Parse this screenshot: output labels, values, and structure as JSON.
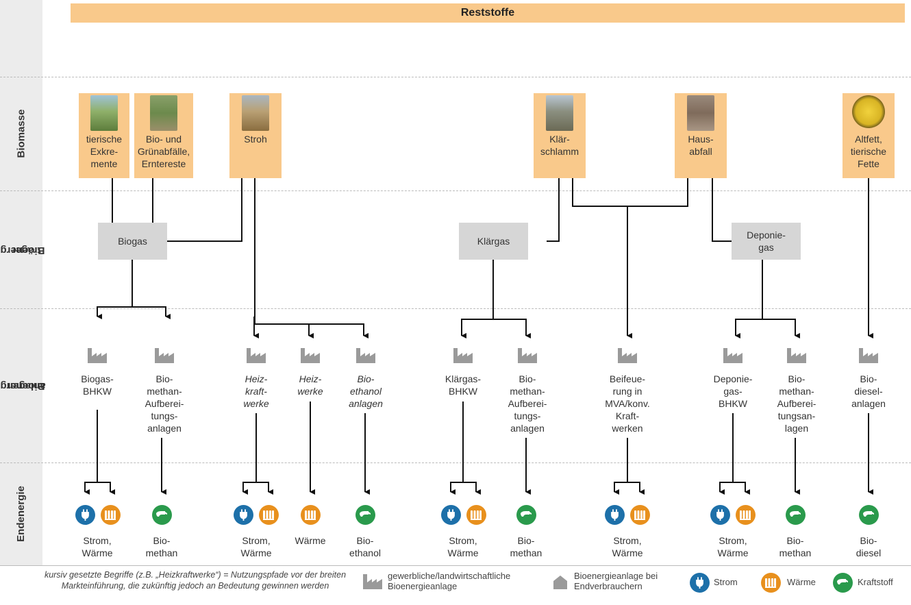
{
  "title": "Reststoffe",
  "row_labels": {
    "biomasse": "Biomasse",
    "traeger_1": "Bioenergie-",
    "traeger_2": "träger",
    "anlagen_1": "Bioenergie-",
    "anlagen_2": "anlagen",
    "endenergie": "Endenergie"
  },
  "biomass": [
    {
      "id": "exkremente",
      "lines": [
        "tierische",
        "Exkre-",
        "mente"
      ]
    },
    {
      "id": "gruen",
      "lines": [
        "Bio- und",
        "Grünabfälle,",
        "Erntereste"
      ]
    },
    {
      "id": "stroh",
      "lines": [
        "Stroh"
      ]
    },
    {
      "id": "klaer",
      "lines": [
        "Klär-",
        "schlamm"
      ]
    },
    {
      "id": "haus",
      "lines": [
        "Haus-",
        "abfall"
      ]
    },
    {
      "id": "altfett",
      "lines": [
        "Altfett,",
        "tierische",
        "Fette"
      ]
    }
  ],
  "carriers": [
    {
      "id": "biogas",
      "lines": [
        "Biogas"
      ]
    },
    {
      "id": "klaergas",
      "lines": [
        "Klärgas"
      ]
    },
    {
      "id": "deponiegas",
      "lines": [
        "Deponie-",
        "gas"
      ]
    }
  ],
  "plants": [
    {
      "id": "biogas-bhkw",
      "lines": [
        "Biogas-",
        "BHKW"
      ],
      "italic": false
    },
    {
      "id": "biomethan-1",
      "lines": [
        "Bio-",
        "methan-",
        "Aufberei-",
        "tungs-",
        "anlagen"
      ],
      "italic": false
    },
    {
      "id": "heizkraftwerke",
      "lines": [
        "Heiz-",
        "kraft-",
        "werke"
      ],
      "italic": true
    },
    {
      "id": "heizwerke",
      "lines": [
        "Heiz-",
        "werke"
      ],
      "italic": true
    },
    {
      "id": "bioethanol",
      "lines": [
        "Bio-",
        "ethanol",
        "anlagen"
      ],
      "italic": true
    },
    {
      "id": "klaergas-bhkw",
      "lines": [
        "Klärgas-",
        "BHKW"
      ],
      "italic": false
    },
    {
      "id": "biomethan-2",
      "lines": [
        "Bio-",
        "methan-",
        "Aufberei-",
        "tungs-",
        "anlagen"
      ],
      "italic": false
    },
    {
      "id": "beifeuerung",
      "lines": [
        "Beifeue-",
        "rung in",
        "MVA/konv.",
        "Kraft-",
        "werken"
      ],
      "italic": false
    },
    {
      "id": "deponiegas-bhkw",
      "lines": [
        "Deponie-",
        "gas-",
        "BHKW"
      ],
      "italic": false
    },
    {
      "id": "biomethan-3",
      "lines": [
        "Bio-",
        "methan-",
        "Aufberei-",
        "tungsan-",
        "lagen"
      ],
      "italic": false
    },
    {
      "id": "biodiesel",
      "lines": [
        "Bio-",
        "diesel-",
        "anlagen"
      ],
      "italic": false
    }
  ],
  "end_energy": [
    {
      "id": "e1",
      "lines": [
        "Strom,",
        "Wärme"
      ]
    },
    {
      "id": "e2",
      "lines": [
        "Bio-",
        "methan"
      ]
    },
    {
      "id": "e3",
      "lines": [
        "Strom,",
        "Wärme"
      ]
    },
    {
      "id": "e4",
      "lines": [
        "Wärme"
      ]
    },
    {
      "id": "e5",
      "lines": [
        "Bio-",
        "ethanol"
      ]
    },
    {
      "id": "e6",
      "lines": [
        "Strom,",
        "Wärme"
      ]
    },
    {
      "id": "e7",
      "lines": [
        "Bio-",
        "methan"
      ]
    },
    {
      "id": "e8",
      "lines": [
        "Strom,",
        "Wärme"
      ]
    },
    {
      "id": "e9",
      "lines": [
        "Strom,",
        "Wärme"
      ]
    },
    {
      "id": "e10",
      "lines": [
        "Bio-",
        "methan"
      ]
    },
    {
      "id": "e11",
      "lines": [
        "Bio-",
        "diesel"
      ]
    }
  ],
  "legend": {
    "note": "kursiv gesetzte Begriffe (z.B. „Heizkraftwerke“) = Nutzungspfade vor der breiten Markteinführung, die zukünftig jedoch an Bedeutung gewinnen werden",
    "industrial_1": "gewerbliche/landwirtschaftliche",
    "industrial_2": "Bioenergieanlage",
    "consumer_1": "Bioenergieanlage bei",
    "consumer_2": "Endverbrauchern",
    "strom": "Strom",
    "waerme": "Wärme",
    "kraftstoff": "Kraftstoff"
  },
  "colors": {
    "orange_box": "#f9c98b",
    "grey_box": "#d6d6d6",
    "strom": "#1d70a9",
    "waerme": "#e8901d",
    "kraftstoff": "#2a9a4c"
  },
  "icons": {
    "plant": "factory-icon",
    "strom": "plug-icon",
    "waerme": "radiator-icon",
    "kraftstoff": "fuel-nozzle-icon"
  }
}
